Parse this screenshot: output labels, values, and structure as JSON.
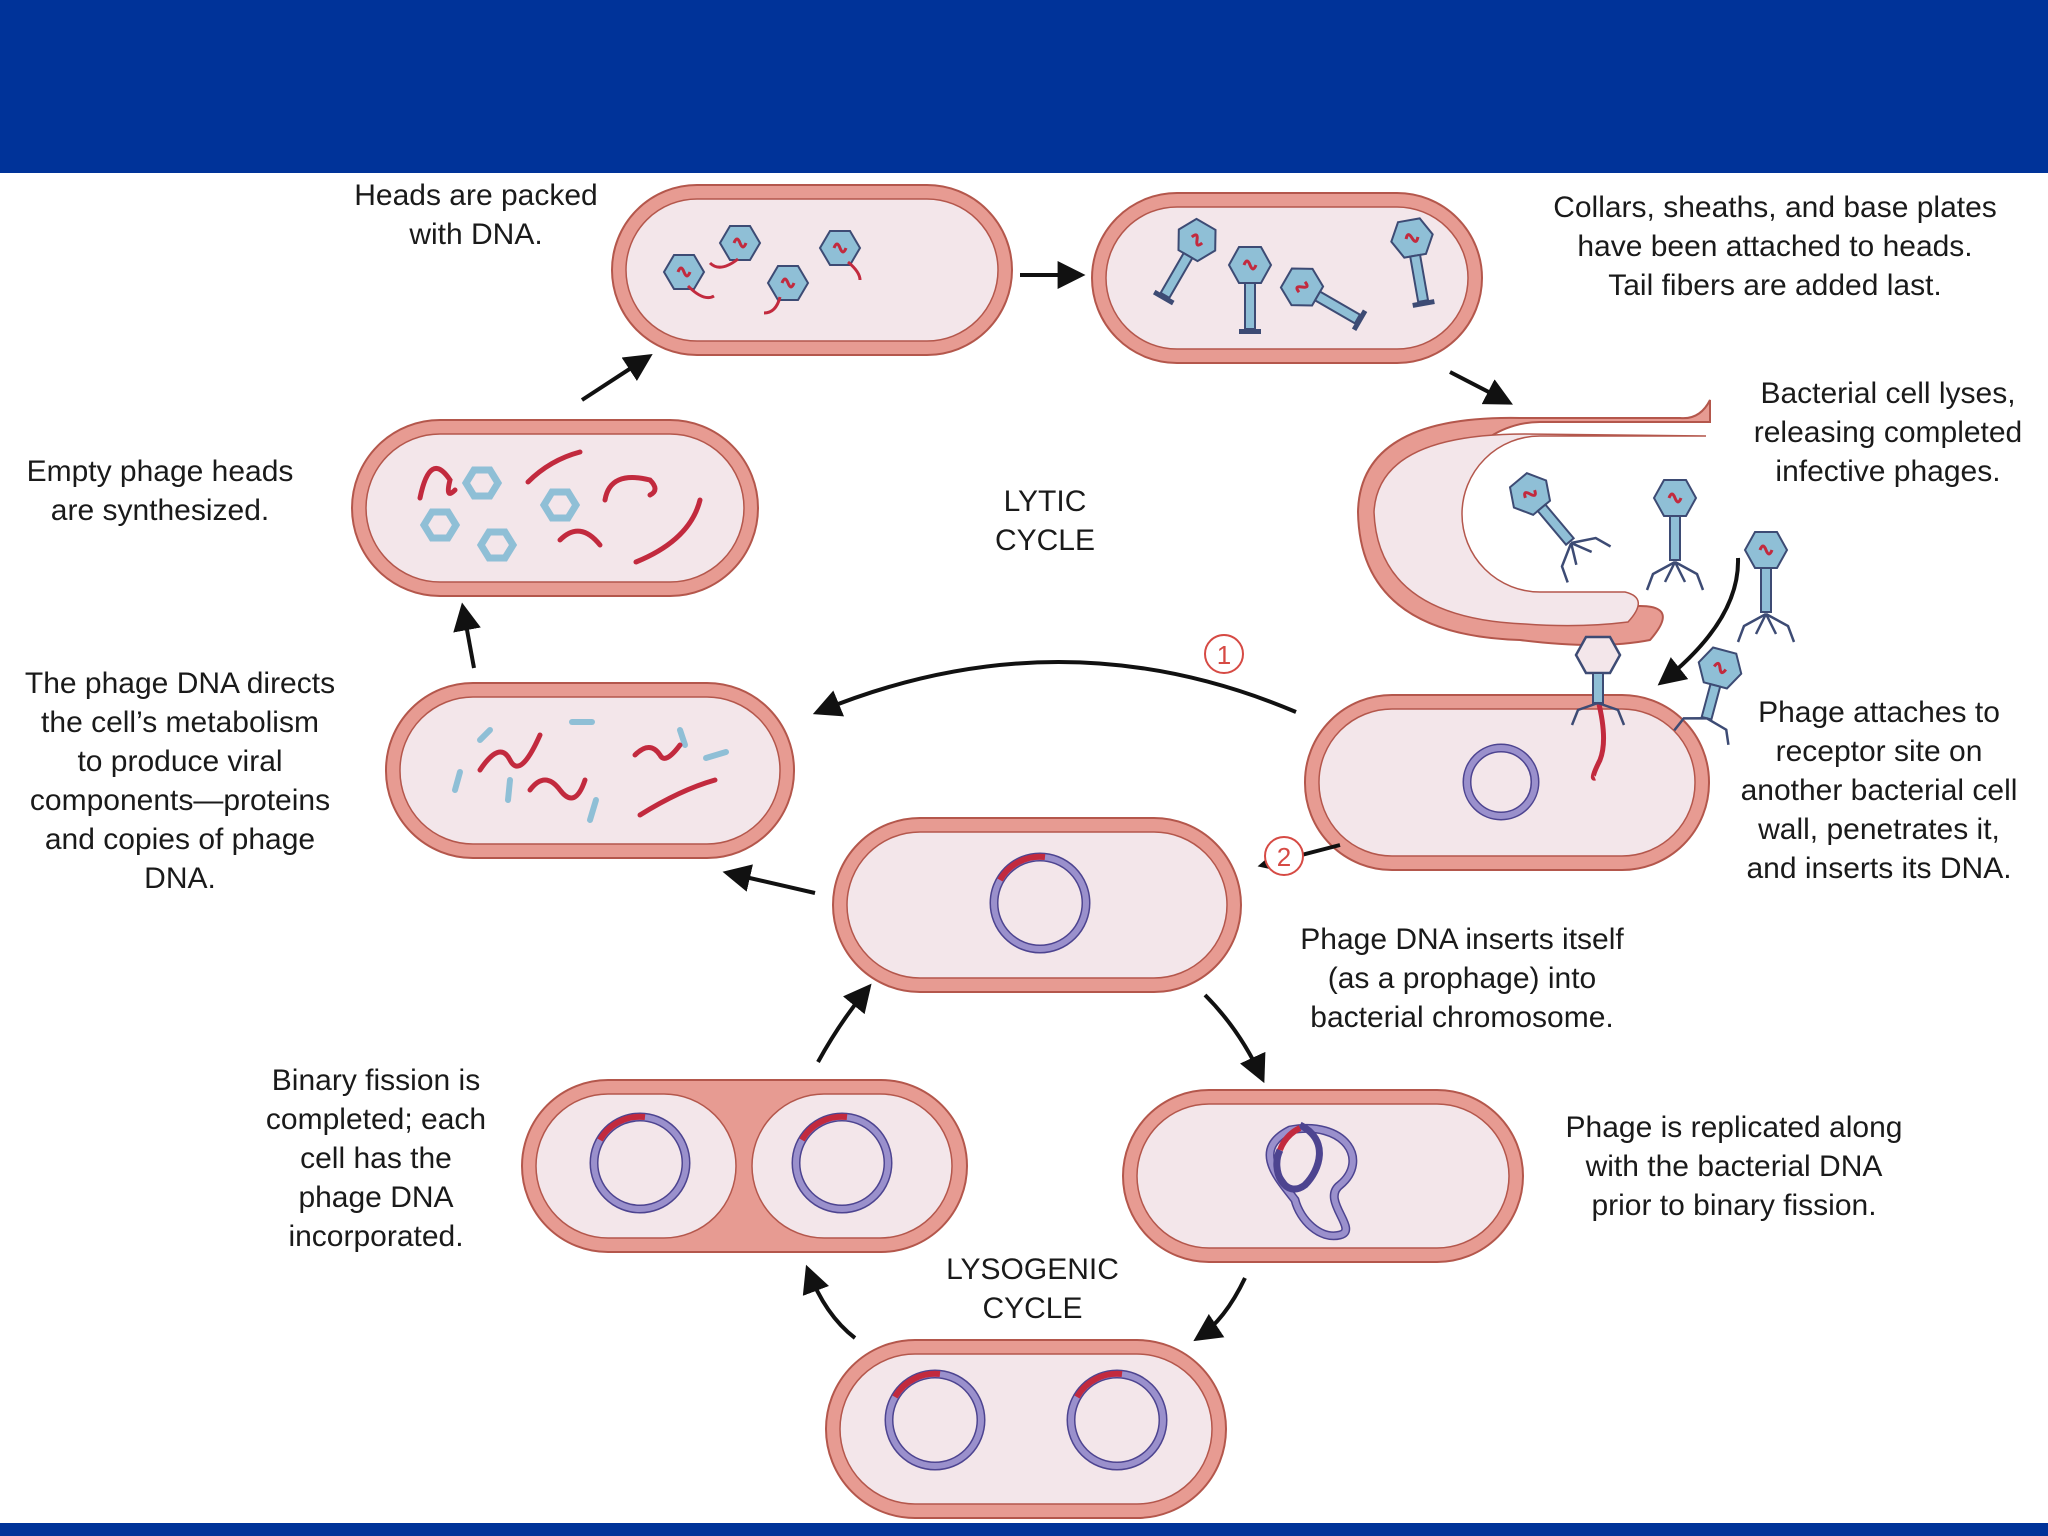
{
  "colors": {
    "band": "#003399",
    "cell_fill": "#f3e6ea",
    "cell_wall": "#e79b92",
    "cell_wall_inner": "#f6c9bf",
    "cell_outline": "#b4574c",
    "phage_dna": "#c22a3e",
    "bacterial_dna": "#9a90cc",
    "bacterial_dna_outline": "#4d4490",
    "phage_protein": "#8fbfd6",
    "arrow": "#111111",
    "step_marker": "#d64a44"
  },
  "labels": {
    "heads_packed": [
      "Heads are packed",
      "with DNA."
    ],
    "collars": [
      "Collars, sheaths, and base plates",
      "have been attached to heads.",
      "Tail fibers are added last."
    ],
    "empty_heads": [
      "Empty phage heads",
      "are synthesized."
    ],
    "lytic_cycle": [
      "LYTIC",
      "CYCLE"
    ],
    "lyses": [
      "Bacterial cell lyses,",
      "releasing completed",
      "infective phages."
    ],
    "directs": [
      "The phage DNA directs",
      "the cell’s metabolism",
      "to produce viral",
      "components—proteins",
      "and copies of phage",
      "DNA."
    ],
    "attaches": [
      "Phage attaches to",
      "receptor site on",
      "another bacterial cell",
      "wall, penetrates it,",
      "and inserts its DNA."
    ],
    "inserts": [
      "Phage DNA inserts itself",
      "(as a prophage) into",
      "bacterial chromosome."
    ],
    "binary_fission": [
      "Binary fission is",
      "completed; each",
      "cell has the",
      "phage DNA",
      "incorporated."
    ],
    "replicated": [
      "Phage is replicated along",
      "with the bacterial DNA",
      "prior to binary fission."
    ],
    "lysogenic_cycle": [
      "LYSOGENIC",
      "CYCLE"
    ]
  },
  "step_markers": [
    "1",
    "2"
  ],
  "cells": [
    {
      "id": "packing",
      "phage_parts": "heads packed with DNA"
    },
    {
      "id": "assembly",
      "phage_parts": "complete phages"
    },
    {
      "id": "lysis",
      "phage_parts": "released phages"
    },
    {
      "id": "infection",
      "phage_parts": "attached phages"
    },
    {
      "id": "synthesis-heads",
      "phage_parts": "empty heads and DNA"
    },
    {
      "id": "synthesis-components",
      "phage_parts": "proteins and DNA copies"
    },
    {
      "id": "prophage",
      "phage_parts": "integrated prophage"
    },
    {
      "id": "replication",
      "phage_parts": "replicating chromosome"
    },
    {
      "id": "division",
      "phage_parts": "two chromosomes"
    },
    {
      "id": "daughters",
      "phage_parts": "divided cells"
    }
  ]
}
